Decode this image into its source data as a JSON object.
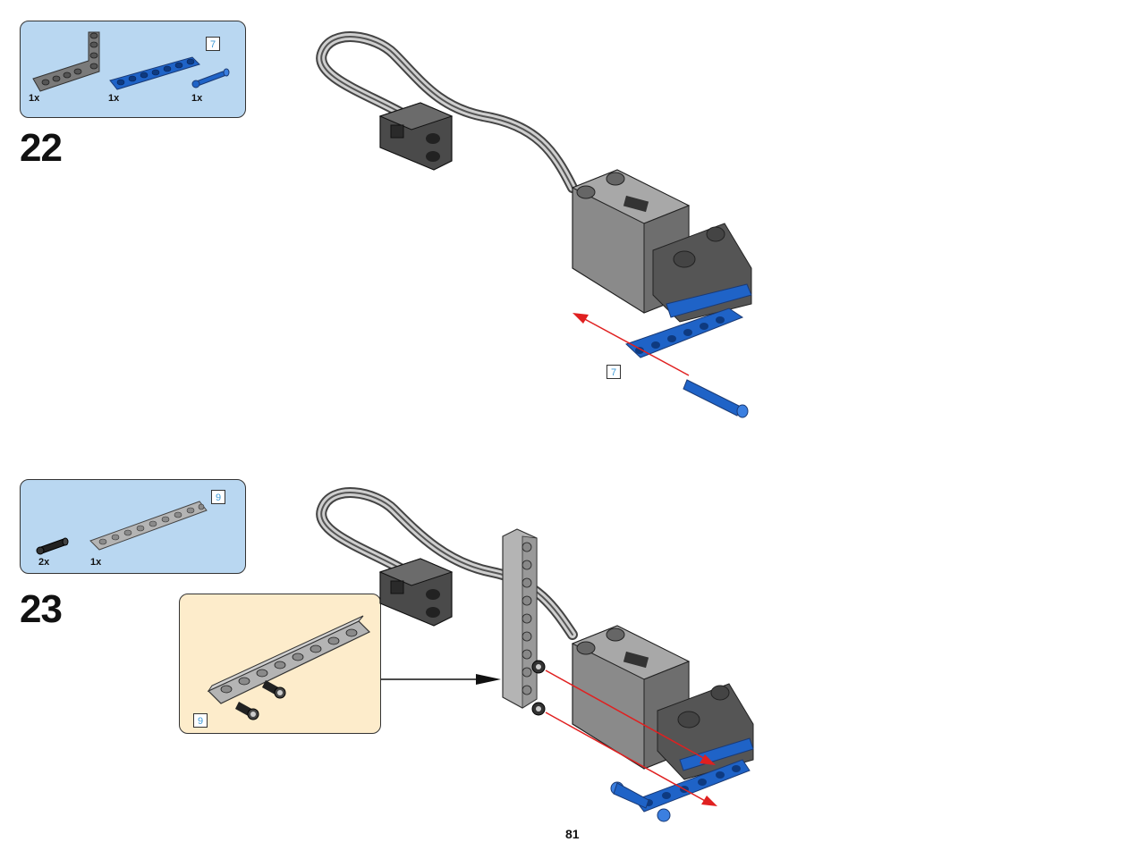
{
  "page_number": "81",
  "steps": [
    {
      "number": "22",
      "parts": [
        {
          "name": "L-beam 3x5 gray",
          "qty": "1x",
          "color": "#7a7a7a"
        },
        {
          "name": "beam 7 blue",
          "qty": "1x",
          "color": "#1f63c7",
          "length_badge": "7"
        },
        {
          "name": "axle pin blue",
          "qty": "1x",
          "color": "#1f63c7"
        }
      ],
      "callout_badge": "7"
    },
    {
      "number": "23",
      "parts": [
        {
          "name": "friction pin black",
          "qty": "2x",
          "color": "#222222"
        },
        {
          "name": "beam 9 light gray",
          "qty": "1x",
          "color": "#b4b4b4",
          "length_badge": "9"
        }
      ],
      "subassembly_badge": "9"
    }
  ],
  "colors": {
    "parts_panel": "#b9d7f1",
    "subassembly_panel": "#fdeccb",
    "arrow_red": "#e02020",
    "motor_gray": "#8a8a8a",
    "beam_blue": "#1f63c7"
  }
}
